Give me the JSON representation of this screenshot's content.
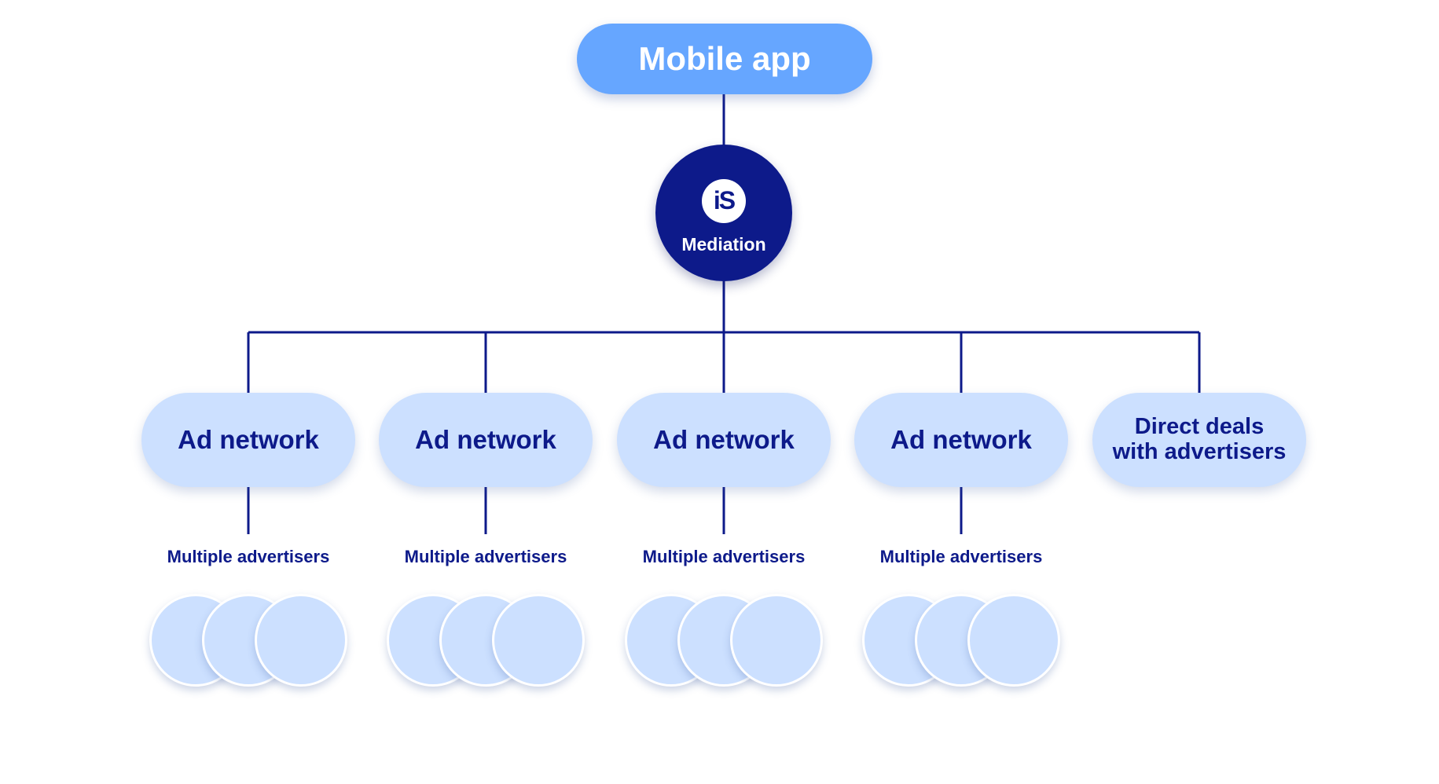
{
  "top": {
    "label": "Mobile app"
  },
  "mediation": {
    "logo_text": "iS",
    "label": "Mediation"
  },
  "nodes": [
    {
      "label": "Ad network",
      "sub_label": "Multiple advertisers"
    },
    {
      "label": "Ad network",
      "sub_label": "Multiple advertisers"
    },
    {
      "label": "Ad network",
      "sub_label": "Multiple advertisers"
    },
    {
      "label": "Ad network",
      "sub_label": "Multiple advertisers"
    },
    {
      "label": "Direct deals with advertisers"
    }
  ],
  "colors": {
    "navy": "#0d1a8a",
    "blue": "#66a6ff",
    "light_blue": "#cce0ff"
  }
}
